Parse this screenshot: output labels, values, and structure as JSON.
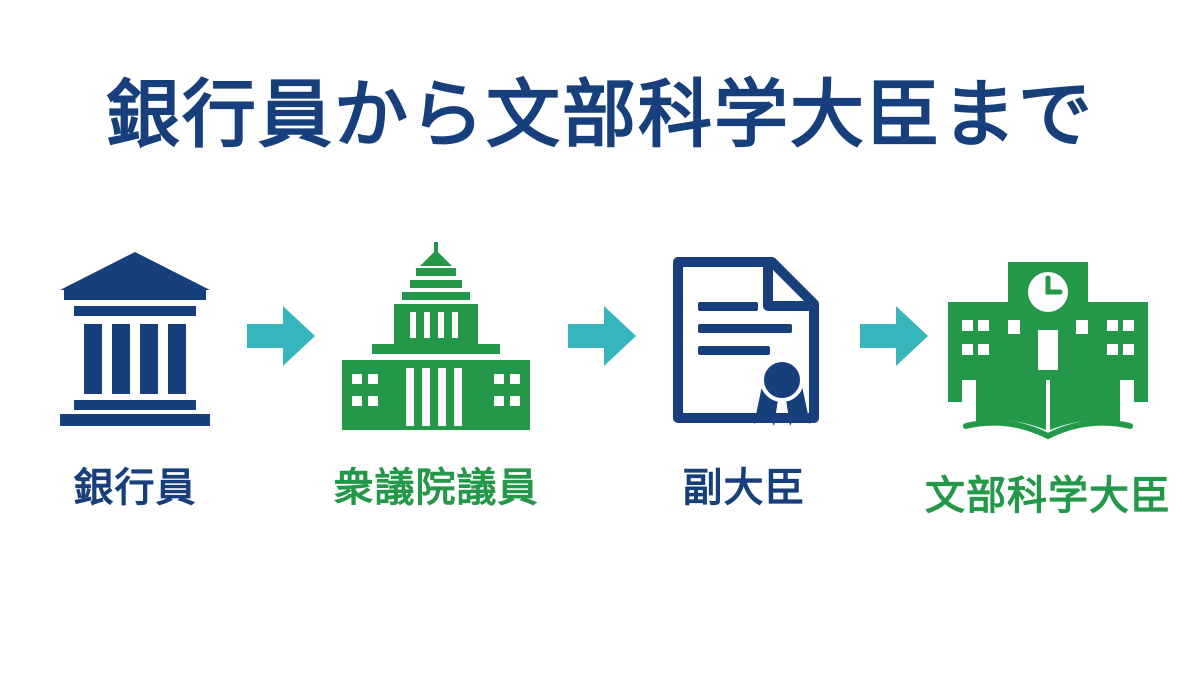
{
  "title": "銀行員から文部科学大臣まで",
  "colors": {
    "navy": "#163f7c",
    "green": "#239848",
    "arrow": "#36b5bd"
  },
  "steps": [
    {
      "label": "銀行員",
      "icon": "bank-icon",
      "color": "#163f7c"
    },
    {
      "label": "衆議院議員",
      "icon": "diet-building-icon",
      "color": "#239848"
    },
    {
      "label": "副大臣",
      "icon": "certificate-document-icon",
      "color": "#163f7c"
    },
    {
      "label": "文部科学大臣",
      "icon": "school-with-book-icon",
      "color": "#239848"
    }
  ],
  "arrows": [
    "arrow-right-icon",
    "arrow-right-icon",
    "arrow-right-icon"
  ]
}
